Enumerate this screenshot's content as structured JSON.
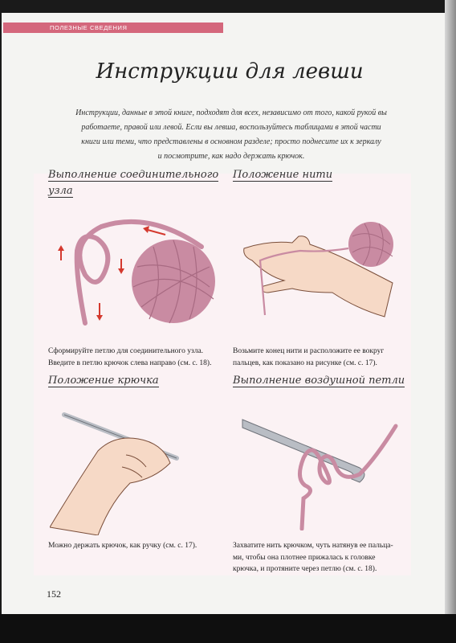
{
  "header": {
    "section_label": "ПОЛЕЗНЫЕ СВЕДЕНИЯ",
    "title": "Инструкции для левши",
    "intro_lines": [
      "Инструкции,  данные в этой книге, подходят для всех, независимо от того, какой рукой вы",
      "работаете, правой или левой. Если вы левша, воспользуйтесь таблицами в этой части",
      "книги или теми, что представлены в основном разделе; просто поднесите их к зеркалу",
      "и посмотрите, как надо держать крючок."
    ]
  },
  "sections": [
    {
      "heading_lines": [
        "Выполнение соединительного",
        "узла"
      ],
      "caption_lines": [
        "Сформируйте петлю для соединительного узла.",
        "Введите в петлю крючок слева направо (см. с. 18)."
      ],
      "icon": "slip-knot-and-yarn-ball-illustration"
    },
    {
      "heading_lines": [
        "Положение нити"
      ],
      "caption_lines": [
        "Возьмите конец нити и расположите ее вокруг",
        "пальцев, как показано на рисунке (см. с. 17)."
      ],
      "icon": "hand-holding-yarn-illustration"
    },
    {
      "heading_lines": [
        "Положение крючка"
      ],
      "caption_lines": [
        "Можно держать крючок, как ручку (см. с. 17)."
      ],
      "icon": "hand-holding-hook-illustration"
    },
    {
      "heading_lines": [
        "Выполнение воздушной петли"
      ],
      "caption_lines": [
        "Захватите нить крючком, чуть натянув ее пальца-",
        "ми, чтобы она плотнее прижалась к головке",
        "крючка, и протяните через петлю (см. с. 18)."
      ],
      "icon": "chain-stitch-illustration"
    }
  ],
  "footer": {
    "page_number": "152"
  },
  "colors": {
    "accent": "#d4677c",
    "yarn": "#c98ba2",
    "skin": "#f6d9c6",
    "hook": "#b9bdc4"
  }
}
